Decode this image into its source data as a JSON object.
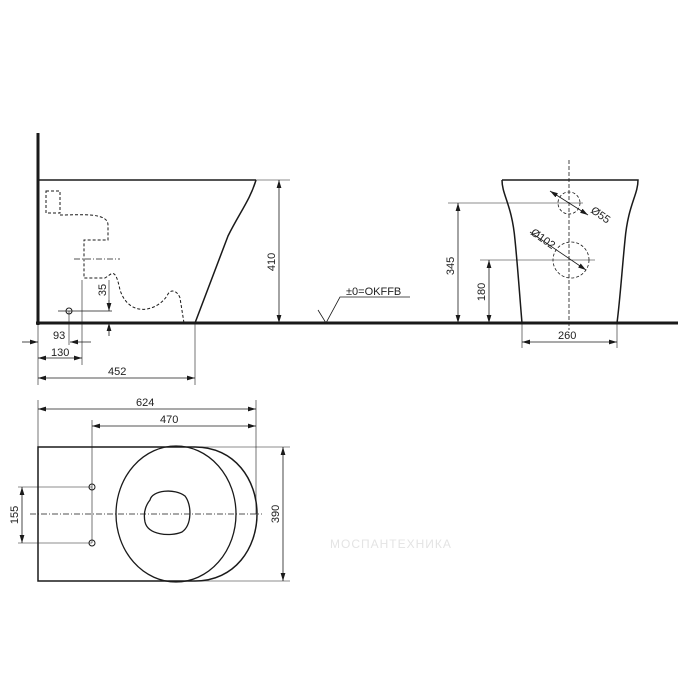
{
  "side_view": {
    "height": "410",
    "dim_93": "93",
    "dim_130": "130",
    "dim_452": "452",
    "dim_35": "35"
  },
  "floor_label": "±0=OKFFB",
  "front_view": {
    "inlet_height": "345",
    "outlet_height": "180",
    "base_width": "260",
    "inlet_dia": "Ø55",
    "outlet_dia": "Ø102"
  },
  "top_view": {
    "length": "624",
    "mount_to_front": "470",
    "width": "390",
    "bolt_spacing": "155"
  },
  "watermark": "МОСПАНТЕХНИКА",
  "colors": {
    "line": "#1a1a1a",
    "background": "#ffffff"
  }
}
